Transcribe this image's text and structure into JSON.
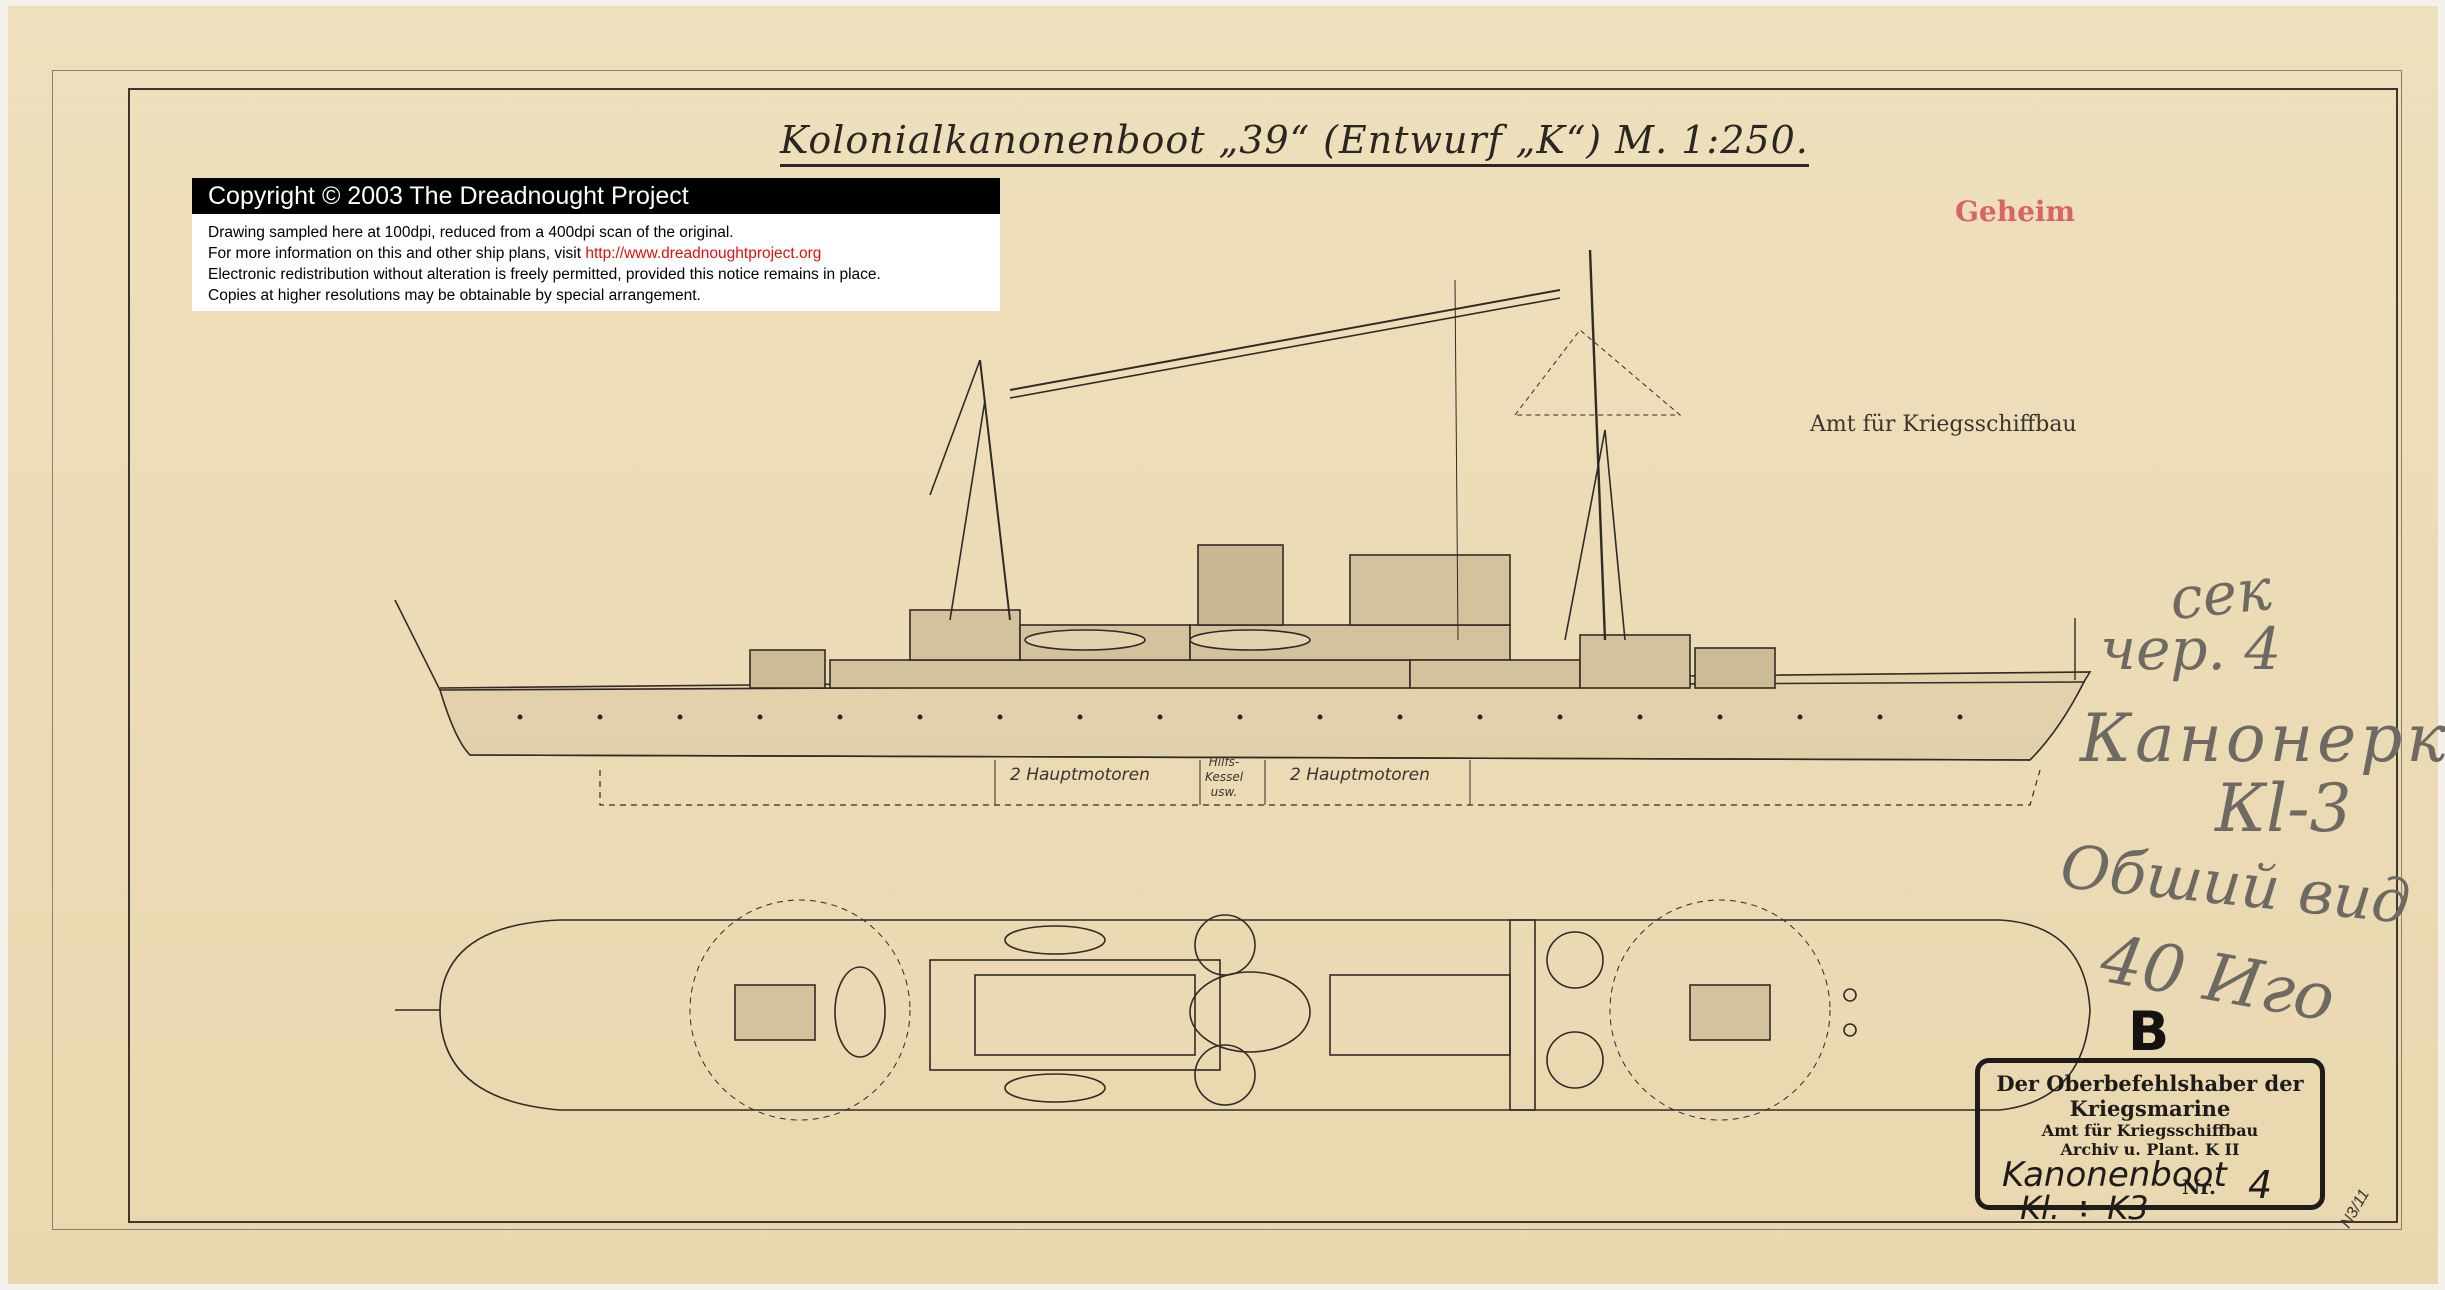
{
  "drawing": {
    "title": "Kolonialkanonenboot „39“ (Entwurf „K“) M. 1:250.",
    "classification_stamp": "Geheim",
    "office_stamp": "Amt für Kriegsschiffbau",
    "labels": {
      "engines_fwd": "2 Hauptmotoren",
      "aux": "Hilfs-\nKessel\nusw.",
      "engines_aft": "2 Hauptmotoren"
    },
    "sheet_corner": "N3/11"
  },
  "notice": {
    "heading": "Copyright © 2003 The Dreadnought Project",
    "line1": "Drawing sampled here at 100dpi, reduced from a 400dpi scan of the original.",
    "line2_prefix": "For more information on this and other ship plans, visit ",
    "line2_link": "http://www.dreadnoughtproject.org",
    "line3": "Electronic redistribution without alteration is freely permitted, provided this notice remains in place.",
    "line4": "Copies at higher resolutions may be obtainable by special arrangement."
  },
  "handwriting": [
    "сек",
    "чер. 4",
    "Канонерка",
    "Кl-3",
    "Обший вид",
    "40 Иго"
  ],
  "archive_stamp": {
    "line1": "Der Oberbefehlshaber der Kriegsmarine",
    "line2": "Amt für Kriegsschiffbau",
    "line3": "Archiv u. Plant. K II",
    "hand1": "Kanonenboot",
    "hand2": "Kl. ÷ K3",
    "nr_label": "Nr.",
    "nr_value": "4",
    "letter": "B"
  },
  "colors": {
    "paper": "#ecdcb6",
    "ink": "#2a2622",
    "red_stamp": "#d8636a",
    "notice_link": "#dd1111"
  }
}
